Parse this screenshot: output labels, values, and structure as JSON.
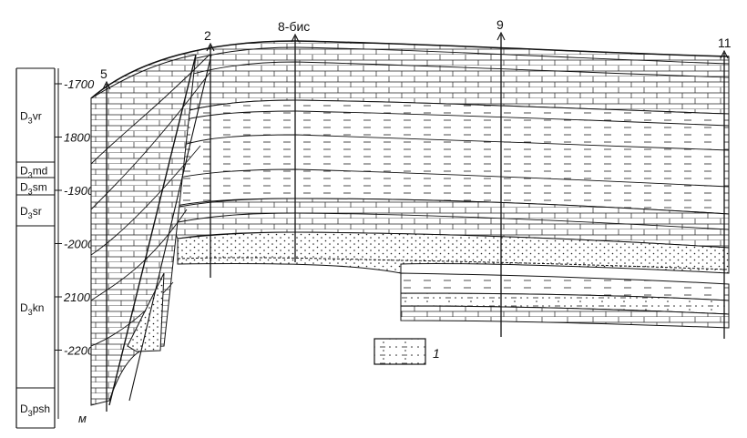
{
  "stratigraphy": [
    {
      "prefix": "D",
      "sub": "3",
      "name": "vr"
    },
    {
      "prefix": "D",
      "sub": "3",
      "name": "md"
    },
    {
      "prefix": "D",
      "sub": "3",
      "name": "sm"
    },
    {
      "prefix": "D",
      "sub": "3",
      "name": "sr"
    },
    {
      "prefix": "D",
      "sub": "3",
      "name": "kn"
    },
    {
      "prefix": "D",
      "sub": "3",
      "name": "psh"
    }
  ],
  "depth_scale": {
    "ticks": [
      "-1700",
      "1800",
      "-1900",
      "-2000",
      "2100",
      "-2200"
    ],
    "unit": "м"
  },
  "wells": [
    {
      "label": "5"
    },
    {
      "label": "2"
    },
    {
      "label": "8-бис"
    },
    {
      "label": "9"
    },
    {
      "label": "11"
    }
  ],
  "legend": {
    "number": "1"
  }
}
